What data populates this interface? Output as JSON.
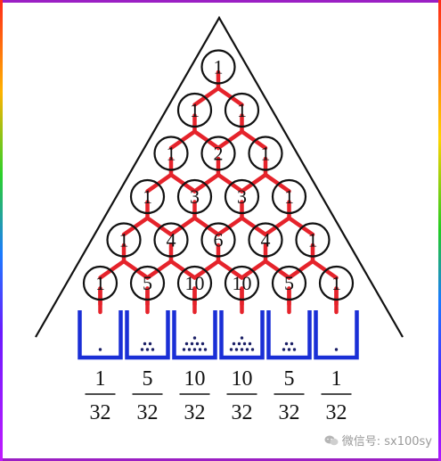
{
  "triangle": {
    "rows": [
      [
        1
      ],
      [
        1,
        1
      ],
      [
        1,
        2,
        1
      ],
      [
        1,
        3,
        3,
        1
      ],
      [
        1,
        4,
        6,
        4,
        1
      ],
      [
        1,
        5,
        10,
        10,
        5,
        1
      ]
    ]
  },
  "bins": {
    "counts": [
      1,
      5,
      10,
      10,
      5,
      1
    ],
    "fractions": [
      {
        "numerator": "1",
        "denominator": "32"
      },
      {
        "numerator": "5",
        "denominator": "32"
      },
      {
        "numerator": "10",
        "denominator": "32"
      },
      {
        "numerator": "10",
        "denominator": "32"
      },
      {
        "numerator": "5",
        "denominator": "32"
      },
      {
        "numerator": "1",
        "denominator": "32"
      }
    ]
  },
  "watermark": {
    "label": "微信号: sx100sy"
  },
  "colors": {
    "path": "#e5232b",
    "bin": "#1a2fd6",
    "dot": "#1b1f66"
  }
}
